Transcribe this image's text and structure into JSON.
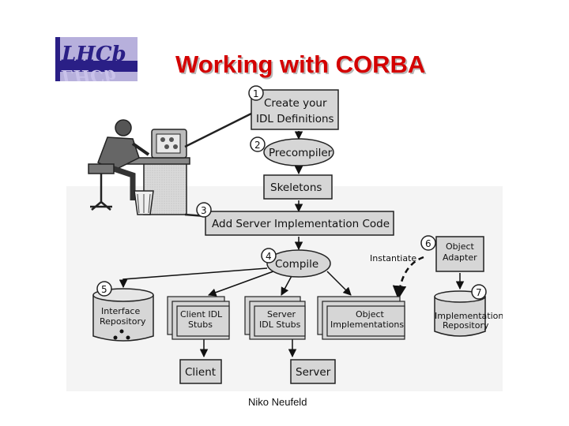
{
  "logo": {
    "text": "LHCb",
    "colors": {
      "background": "#b7b0dc",
      "ink": "#2a1f86",
      "accent": "#d40000"
    }
  },
  "title": "Working with CORBA",
  "footer": {
    "author": "Niko Neufeld"
  },
  "diagram": {
    "steps": [
      {
        "number": "1",
        "lines": [
          "Create your",
          "IDL Definitions"
        ]
      },
      {
        "number": "2",
        "lines": [
          "Precompiler"
        ]
      },
      {
        "number": "",
        "lines": [
          "Skeletons"
        ]
      },
      {
        "number": "3",
        "lines": [
          "Add Server Implementation Code"
        ]
      },
      {
        "number": "4",
        "lines": [
          "Compile"
        ]
      },
      {
        "number": "5",
        "lines": [
          "Interface",
          "Repository"
        ]
      },
      {
        "number": "6",
        "lines": [
          "Object",
          "Adapter"
        ]
      },
      {
        "number": "7",
        "lines": [
          "Implementation",
          "Repository"
        ]
      }
    ],
    "stubs": [
      {
        "lines": [
          "Client IDL",
          "Stubs"
        ]
      },
      {
        "lines": [
          "Server",
          "IDL Stubs"
        ]
      },
      {
        "lines": [
          "Object",
          "Implementations"
        ]
      }
    ],
    "outputs": [
      "Client",
      "Server"
    ],
    "instantiate_label": "Instantiate"
  },
  "colors": {
    "title": "#d40000",
    "box_fill": "#d6d6d6",
    "panel_bg": "#f4f4f4"
  }
}
